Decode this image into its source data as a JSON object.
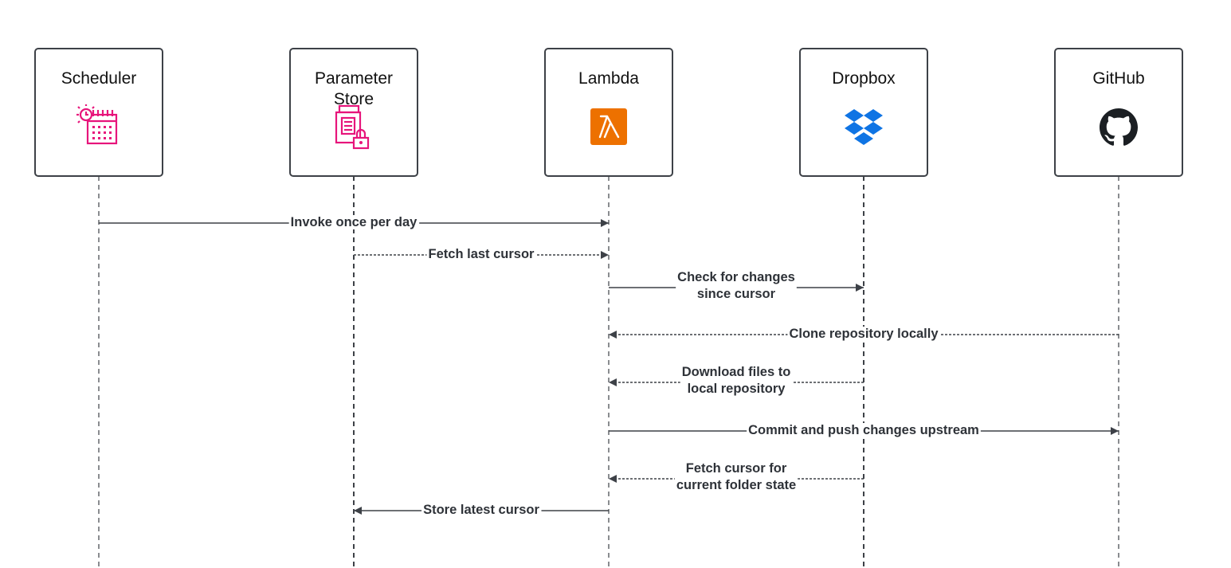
{
  "actors": [
    {
      "id": "scheduler",
      "name_lines": [
        "Scheduler"
      ],
      "icon": "scheduler-calendar-icon",
      "icon_color": "#e7157b"
    },
    {
      "id": "parameter-store",
      "name_lines": [
        "Parameter",
        "Store"
      ],
      "icon": "parameter-store-icon",
      "icon_color": "#e7157b"
    },
    {
      "id": "lambda",
      "name_lines": [
        "Lambda"
      ],
      "icon": "lambda-icon",
      "icon_color": "#ed7100"
    },
    {
      "id": "dropbox",
      "name_lines": [
        "Dropbox"
      ],
      "icon": "dropbox-icon",
      "icon_color": "#0f74e4"
    },
    {
      "id": "github",
      "name_lines": [
        "GitHub"
      ],
      "icon": "github-icon",
      "icon_color": "#1b1f23"
    }
  ],
  "messages": [
    {
      "from": "scheduler",
      "to": "lambda",
      "style": "solid",
      "label_lines": [
        "Invoke once per day"
      ]
    },
    {
      "from": "parameter-store",
      "to": "lambda",
      "style": "dashed",
      "label_lines": [
        "Fetch last cursor"
      ]
    },
    {
      "from": "lambda",
      "to": "dropbox",
      "style": "solid",
      "label_lines": [
        "Check for changes",
        "since cursor"
      ]
    },
    {
      "from": "github",
      "to": "lambda",
      "style": "dashed",
      "label_lines": [
        "Clone repository locally"
      ]
    },
    {
      "from": "dropbox",
      "to": "lambda",
      "style": "dashed",
      "label_lines": [
        "Download files to",
        "local repository"
      ]
    },
    {
      "from": "lambda",
      "to": "github",
      "style": "solid",
      "label_lines": [
        "Commit and push changes upstream"
      ]
    },
    {
      "from": "dropbox",
      "to": "lambda",
      "style": "dashed",
      "label_lines": [
        "Fetch cursor for",
        "current folder state"
      ]
    },
    {
      "from": "lambda",
      "to": "parameter-store",
      "style": "solid",
      "label_lines": [
        "Store latest cursor"
      ]
    }
  ],
  "colors": {
    "line": "#3d4147",
    "box_stroke": "#3d4147",
    "label": "#2e3238"
  }
}
